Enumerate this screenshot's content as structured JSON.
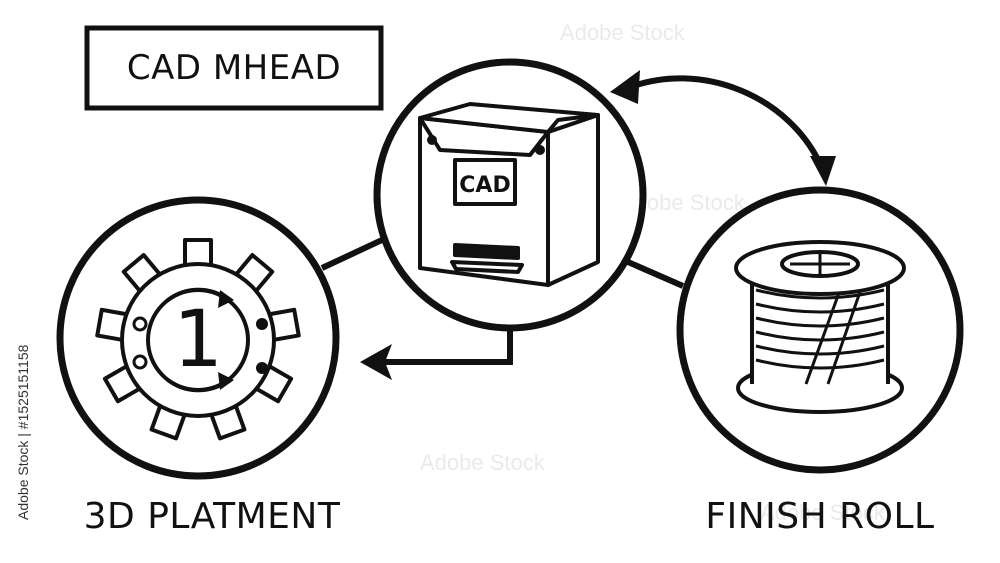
{
  "title_box": {
    "label": "CAD MHEAD"
  },
  "nodes": {
    "left": {
      "label": "3D PLATMENT",
      "gear_digit": "1"
    },
    "center": {
      "box_label": "CAD"
    },
    "right": {
      "label": "FINISH ROLL"
    }
  },
  "stock_id": "Adobe Stock | #1525151158",
  "colors": {
    "stroke": "#111111",
    "background": "#ffffff"
  }
}
